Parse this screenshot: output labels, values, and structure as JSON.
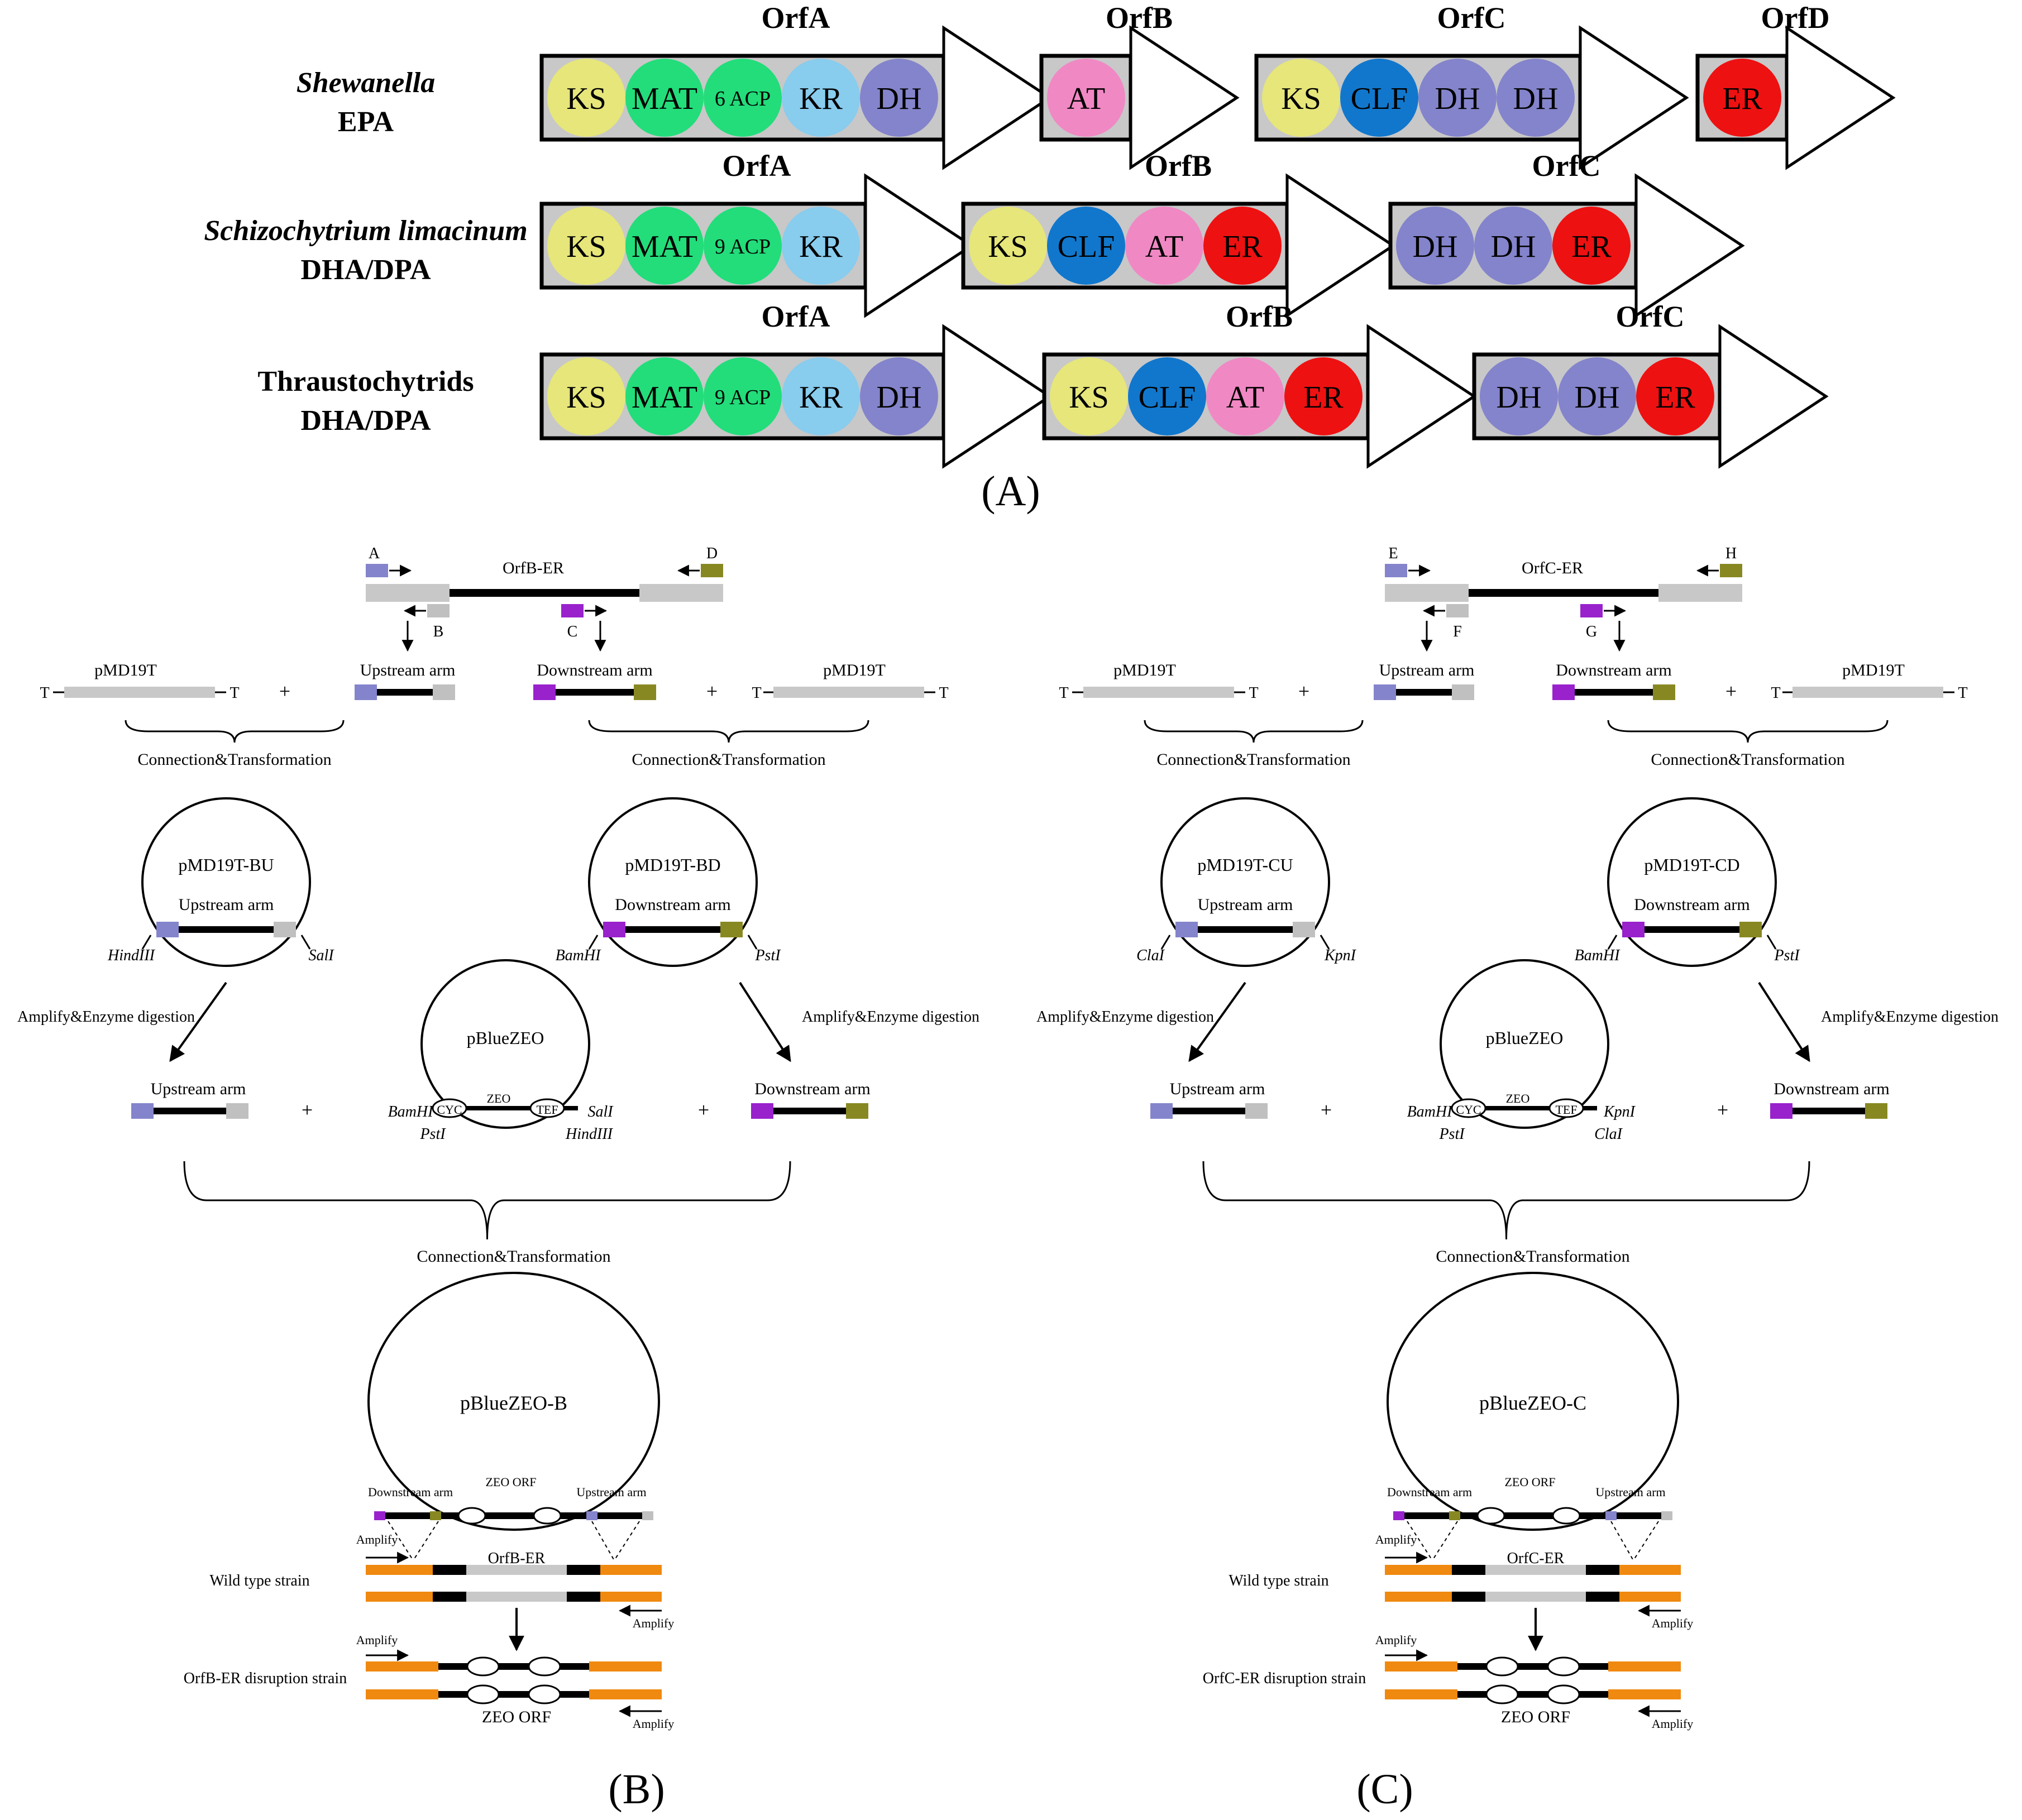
{
  "panelA": {
    "label": "(A)",
    "rows": [
      {
        "name": "Shewanella",
        "product": "EPA",
        "italic": true,
        "genes": [
          {
            "name": "OrfA",
            "domains": [
              "KS",
              "MAT",
              "6 ACP",
              "KR",
              "DH"
            ]
          },
          {
            "name": "OrfB",
            "domains": [
              "AT"
            ]
          },
          {
            "name": "OrfC",
            "domains": [
              "KS",
              "CLF",
              "DH",
              "DH"
            ]
          },
          {
            "name": "OrfD",
            "domains": [
              "ER"
            ]
          }
        ]
      },
      {
        "name": "Schizochytrium limacinum",
        "product": "DHA/DPA",
        "italic": true,
        "genes": [
          {
            "name": "OrfA",
            "domains": [
              "KS",
              "MAT",
              "9 ACP",
              "KR"
            ]
          },
          {
            "name": "OrfB",
            "domains": [
              "KS",
              "CLF",
              "AT",
              "ER"
            ]
          },
          {
            "name": "OrfC",
            "domains": [
              "DH",
              "DH",
              "ER"
            ]
          }
        ]
      },
      {
        "name": "Thraustochytrids",
        "product": "DHA/DPA",
        "italic": false,
        "genes": [
          {
            "name": "OrfA",
            "domains": [
              "KS",
              "MAT",
              "9 ACP",
              "KR",
              "DH"
            ]
          },
          {
            "name": "OrfB",
            "domains": [
              "KS",
              "CLF",
              "AT",
              "ER"
            ]
          },
          {
            "name": "OrfC",
            "domains": [
              "DH",
              "DH",
              "ER"
            ]
          }
        ]
      }
    ],
    "domain_colors": {
      "KS": "#e6e67a",
      "MAT": "#22dd7a",
      "ACP": "#22dd7a",
      "KR": "#88ccee",
      "DH": "#8484cc",
      "AT": "#f088c4",
      "CLF": "#1177cc",
      "ER": "#ee1111"
    },
    "gene_fill": "#c8c8c8"
  },
  "colors": {
    "up_left": "#8484cc",
    "up_right": "#c0c0c0",
    "down_left": "#9922cc",
    "down_right": "#888822",
    "wt": "#f0890f",
    "plasmid_gray": "#c8c8c8"
  },
  "panelB": {
    "label": "(B)",
    "gene": "OrfB-ER",
    "primers": [
      "A",
      "B",
      "C",
      "D"
    ],
    "vector": "pMD19T",
    "T": "T",
    "plus": "+",
    "upstream": "Upstream arm",
    "downstream": "Downstream arm",
    "conn": "Connection&Transformation",
    "plasmid_up": "pMD19T-BU",
    "plasmid_down": "pMD19T-BD",
    "site_up_left": "HindIII",
    "site_up_right": "SalI",
    "site_down_left": "BamHI",
    "site_down_right": "PstI",
    "amplify_digest": "Amplify&Enzyme digestion",
    "blue": "pBlueZEO",
    "cyc": "CYC",
    "zeo": "ZEO",
    "tef": "TEF",
    "blue_site_tl": "BamHI",
    "blue_site_bl": "PstI",
    "blue_site_tr": "SalI",
    "blue_site_br": "HindIII",
    "final": "pBlueZEO-B",
    "zeo_orf": "ZEO ORF",
    "amplify": "Amplify",
    "wild": "Wild type strain",
    "disrupt": "OrfB-ER disruption strain"
  },
  "panelC": {
    "label": "(C)",
    "gene": "OrfC-ER",
    "primers": [
      "E",
      "F",
      "G",
      "H"
    ],
    "vector": "pMD19T",
    "T": "T",
    "plus": "+",
    "upstream": "Upstream arm",
    "downstream": "Downstream arm",
    "conn": "Connection&Transformation",
    "plasmid_up": "pMD19T-CU",
    "plasmid_down": "pMD19T-CD",
    "site_up_left": "ClaI",
    "site_up_right": "KpnI",
    "site_down_left": "BamHI",
    "site_down_right": "PstI",
    "amplify_digest": "Amplify&Enzyme digestion",
    "blue": "pBlueZEO",
    "cyc": "CYC",
    "zeo": "ZEO",
    "tef": "TEF",
    "blue_site_tl": "BamHI",
    "blue_site_bl": "PstI",
    "blue_site_tr": "KpnI",
    "blue_site_br": "ClaI",
    "final": "pBlueZEO-C",
    "zeo_orf": "ZEO ORF",
    "amplify": "Amplify",
    "wild": "Wild type strain",
    "disrupt": "OrfC-ER disruption strain"
  }
}
